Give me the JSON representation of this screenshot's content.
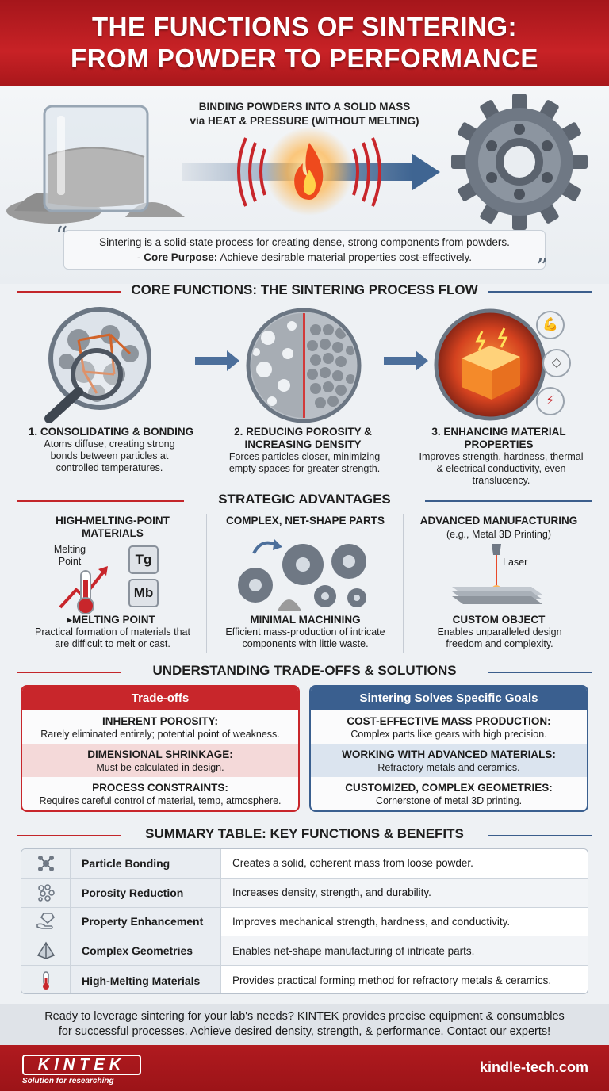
{
  "header": {
    "title_line1": "THE FUNCTIONS OF SINTERING:",
    "title_line2": "FROM POWDER TO PERFORMANCE"
  },
  "hero": {
    "caption_line1": "BINDING POWDERS INTO A SOLID MASS",
    "caption_line2": "via HEAT & PRESSURE (WITHOUT MELTING)",
    "quote_line1": "Sintering is a solid-state process for creating dense, strong components from powders.",
    "quote_line2_prefix": "- ",
    "quote_line2_bold": "Core Purpose:",
    "quote_line2_rest": " Achieve desirable material properties cost-effectively."
  },
  "process": {
    "title": "CORE FUNCTIONS: THE SINTERING PROCESS FLOW",
    "steps": [
      {
        "title": "1. CONSOLIDATING & BONDING",
        "desc": "Atoms diffuse, creating strong bonds between particles at controlled temperatures."
      },
      {
        "title": "2. REDUCING POROSITY & INCREASING DENSITY",
        "desc": "Forces particles closer, minimizing empty spaces for greater strength."
      },
      {
        "title": "3. ENHANCING MATERIAL PROPERTIES",
        "desc": "Improves strength, hardness, thermal & electrical conductivity, even translucency."
      }
    ]
  },
  "advantages": {
    "title": "STRATEGIC ADVANTAGES",
    "items": [
      {
        "title": "HIGH-MELTING-POINT MATERIALS",
        "sub": "",
        "label_a": "Melting",
        "label_b": "Point",
        "chip1": "Tg",
        "chip2": "Mb",
        "foot": "▸MELTING POINT",
        "desc": "Practical formation of materials that are difficult to melt or cast."
      },
      {
        "title": "COMPLEX, NET-SHAPE PARTS",
        "sub": "",
        "foot": "MINIMAL MACHINING",
        "desc": "Efficient mass-production of intricate components with little waste."
      },
      {
        "title": "ADVANCED MANUFACTURING",
        "sub": "(e.g., Metal 3D Printing)",
        "laser": "Laser",
        "foot": "CUSTOM OBJECT",
        "desc": "Enables unparalleled design freedom and complexity."
      }
    ]
  },
  "tradeoffs": {
    "title": "UNDERSTANDING TRADE-OFFS & SOLUTIONS",
    "left_head": "Trade-offs",
    "left_rows": [
      {
        "t": "INHERENT POROSITY:",
        "d": "Rarely eliminated entirely; potential point of weakness."
      },
      {
        "t": "DIMENSIONAL SHRINKAGE:",
        "d": "Must be calculated in design."
      },
      {
        "t": "PROCESS CONSTRAINTS:",
        "d": "Requires careful control of material, temp, atmosphere."
      }
    ],
    "right_head": "Sintering Solves Specific Goals",
    "right_rows": [
      {
        "t": "COST-EFFECTIVE MASS PRODUCTION:",
        "d": "Complex parts like gears with high precision."
      },
      {
        "t": "WORKING WITH ADVANCED MATERIALS:",
        "d": "Refractory metals and ceramics."
      },
      {
        "t": "CUSTOMIZED, COMPLEX GEOMETRIES:",
        "d": "Cornerstone of metal 3D printing."
      }
    ],
    "colors": {
      "red": "#c8262b",
      "blue": "#3a5f8f"
    }
  },
  "summary": {
    "title": "SUMMARY TABLE: KEY FUNCTIONS & BENEFITS",
    "rows": [
      {
        "icon": "molecule-icon",
        "name": "Particle Bonding",
        "desc": "Creates a solid, coherent mass from loose powder."
      },
      {
        "icon": "particles-icon",
        "name": "Porosity Reduction",
        "desc": "Increases density, strength, and durability."
      },
      {
        "icon": "hand-diamond-icon",
        "name": "Property Enhancement",
        "desc": "Improves mechanical strength, hardness, and conductivity."
      },
      {
        "icon": "pyramid-icon",
        "name": "Complex Geometries",
        "desc": "Enables net-shape manufacturing of intricate parts."
      },
      {
        "icon": "thermometer-icon",
        "name": "High-Melting Materials",
        "desc": "Provides practical forming method for refractory metals & ceramics."
      }
    ]
  },
  "cta": {
    "line1": "Ready to leverage sintering for your lab's needs? KINTEK provides precise equipment & consumables",
    "line2": "for successful processes. Achieve desired density, strength, & performance. Contact our experts!"
  },
  "footer": {
    "logo": "KINTEK",
    "tagline": "Solution for researching",
    "site": "kindle-tech.com"
  }
}
